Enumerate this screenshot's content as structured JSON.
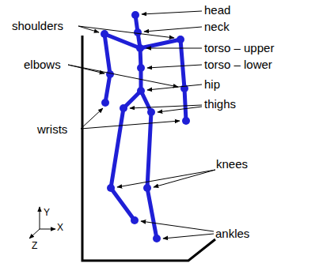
{
  "diagram": {
    "labels": [
      "head",
      "neck",
      "shoulders",
      "torso – upper",
      "torso – lower",
      "elbows",
      "hip",
      "thighs",
      "wrists",
      "knees",
      "ankles",
      "Y",
      "X",
      "Z"
    ]
  }
}
